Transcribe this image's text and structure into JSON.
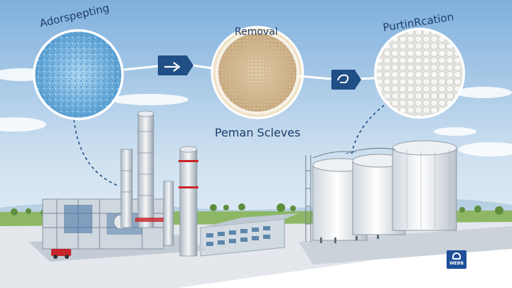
{
  "labels": {
    "adsorption": "Adorspepting",
    "removal": "Removal",
    "purification": "PurtinRcation",
    "sieves": "Peman Scleves"
  },
  "logo": {
    "text": "WEBB"
  },
  "colors": {
    "sky_top": "#7fb0dd",
    "sky_bottom": "#e8f1f8",
    "ground": "#d8dde3",
    "grass": "#7fa85a",
    "arrow_box": "#1f4f85",
    "label_text": "#1f3d6b",
    "accent_red": "#c8262b"
  },
  "icons": [
    "right-arrow-icon",
    "loop-arrow-icon",
    "logo-icon"
  ]
}
